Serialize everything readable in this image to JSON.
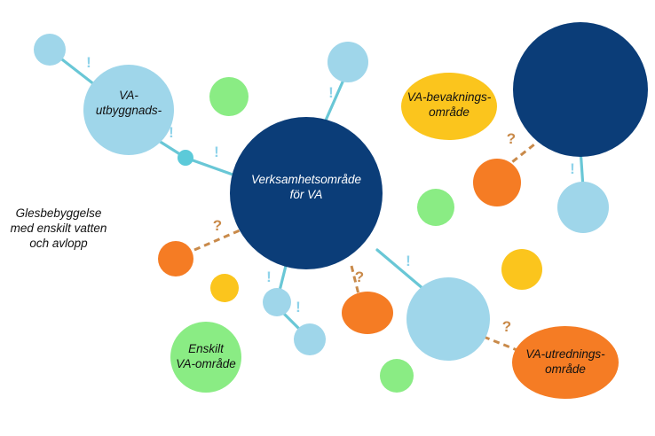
{
  "colors": {
    "navy": "#0b3d78",
    "light_blue": "#9fd6ea",
    "cyan_link": "#5ccad9",
    "green": "#8aec84",
    "orange": "#f57c24",
    "yellow": "#fbc51d",
    "connector_blue": "#69c7d6",
    "connector_dashed": "#c98a4a"
  },
  "nodes": {
    "verksamhet": "Verksamhetsområde\nför VA",
    "utbyggnad": "VA-\nutbyggnads-",
    "bevaknings": "VA-bevaknings-\nområde",
    "enskilt": "Enskilt\nVA-område",
    "utrednings": "VA-utrednings-\nområde"
  },
  "free_text": {
    "glesbebyggelse": "Glesbebyggelse\nmed enskilt vatten\noch avlopp"
  },
  "marks": {
    "exclamation": "!",
    "question": "?"
  }
}
